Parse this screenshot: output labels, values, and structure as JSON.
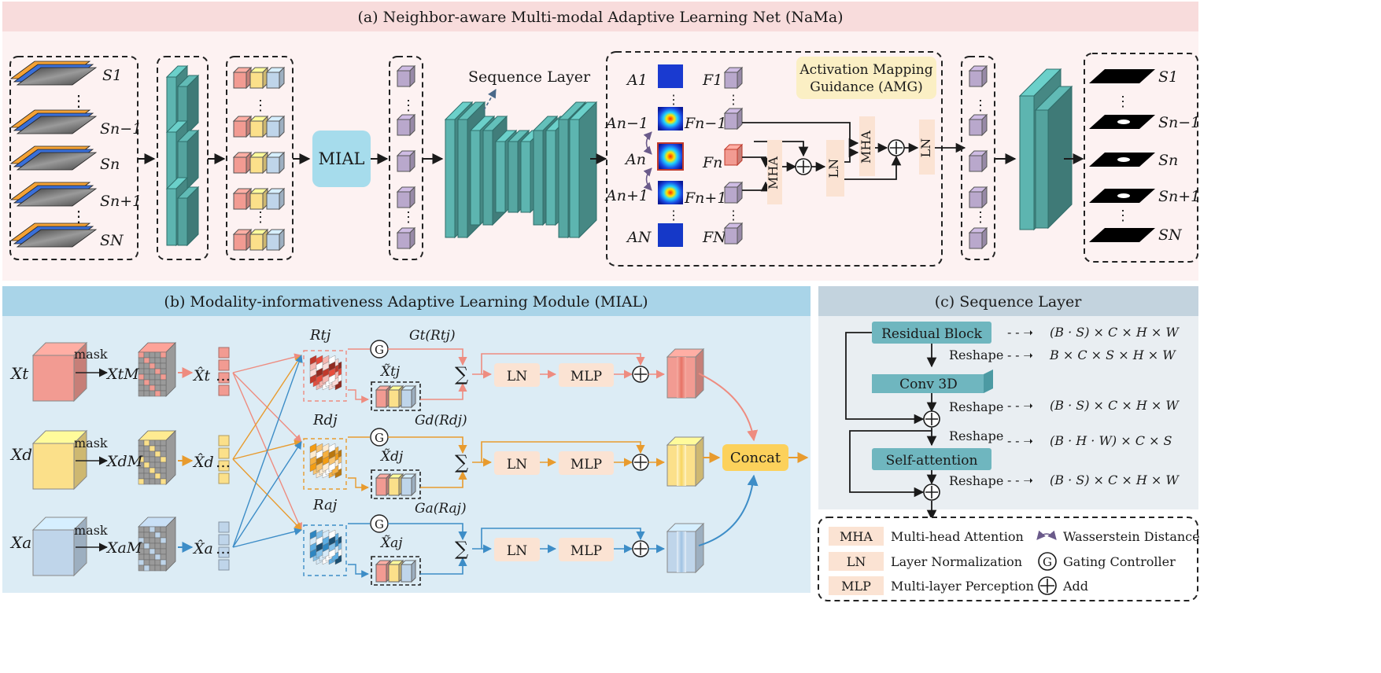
{
  "panel_a": {
    "title": "(a) Neighbor-aware Multi-modal Adaptive Learning Net (NaMa)",
    "slices": [
      "S1",
      "Sn−1",
      "Sn",
      "Sn+1",
      "SN"
    ],
    "mial": "MIAL",
    "sequence_layer": "Sequence Layer",
    "activations": [
      "A1",
      "An−1",
      "An",
      "An+1",
      "AN"
    ],
    "features": [
      "F1",
      "Fn−1",
      "Fn",
      "Fn+1",
      "FN"
    ],
    "amg": [
      "Activation Mapping",
      "Guidance (AMG)"
    ],
    "mha": "MHA",
    "ln": "LN",
    "ellipsis": "⋮"
  },
  "panel_b": {
    "title": "(b) Modality-informativeness Adaptive Learning Module (MIAL)",
    "inputs": [
      "Xt",
      "Xd",
      "Xa"
    ],
    "mask": "mask",
    "masked": [
      "XtM",
      "XdM",
      "XaM"
    ],
    "tokens": [
      "X̂t",
      "X̂d",
      "X̂a"
    ],
    "dots": "…",
    "relations": [
      "Rtj",
      "Rdj",
      "Raj"
    ],
    "gates": [
      "Gt(Rtj)",
      "Gd(Rdj)",
      "Ga(Raj)"
    ],
    "tilde": [
      "X̃tj",
      "X̃dj",
      "X̃aj"
    ],
    "gate_symbol": "G",
    "sum": "∑",
    "ln": "LN",
    "mlp": "MLP",
    "concat": "Concat"
  },
  "panel_c": {
    "title": "(c) Sequence Layer",
    "residual_block": "Residual Block",
    "conv3d": "Conv 3D",
    "self_attention": "Self-attention",
    "reshape": "Reshape",
    "arrow": "- - ➝",
    "shapes": [
      "(B · S) × C × H × W",
      "B × C × S × H × W",
      "(B · S) × C × H × W",
      "(B · H · W) × C × S",
      "(B · S) × C × H × W"
    ]
  },
  "legend": {
    "mha_abbr": "MHA",
    "mha": "Multi-head Attention",
    "ln_abbr": "LN",
    "ln": "Layer Normalization",
    "mlp_abbr": "MLP",
    "mlp": "Multi-layer Perception",
    "wasserstein": "Wasserstein Distance",
    "gate_symbol": "G",
    "gating": "Gating Controller",
    "add": "Add"
  },
  "colors": {
    "panel_a_bg": "#fdf2f2",
    "panel_a_title_bg": "#f8dcdc",
    "panel_b_bg": "#dcecf5",
    "panel_b_title_bg": "#a9d4e8",
    "panel_c_bg": "#e9eef2",
    "panel_c_title_bg": "#c3d3de",
    "teal": "#5db5b0",
    "purple": "#b9a8cc",
    "red": "#f29b92",
    "yellow": "#fbe08a",
    "blue": "#bfd5ea",
    "orange_arrow": "#e89b2e",
    "blue_arrow": "#3d8dc7",
    "salmon_arrow": "#ee8c80",
    "peach_box": "#fbe3d3"
  }
}
